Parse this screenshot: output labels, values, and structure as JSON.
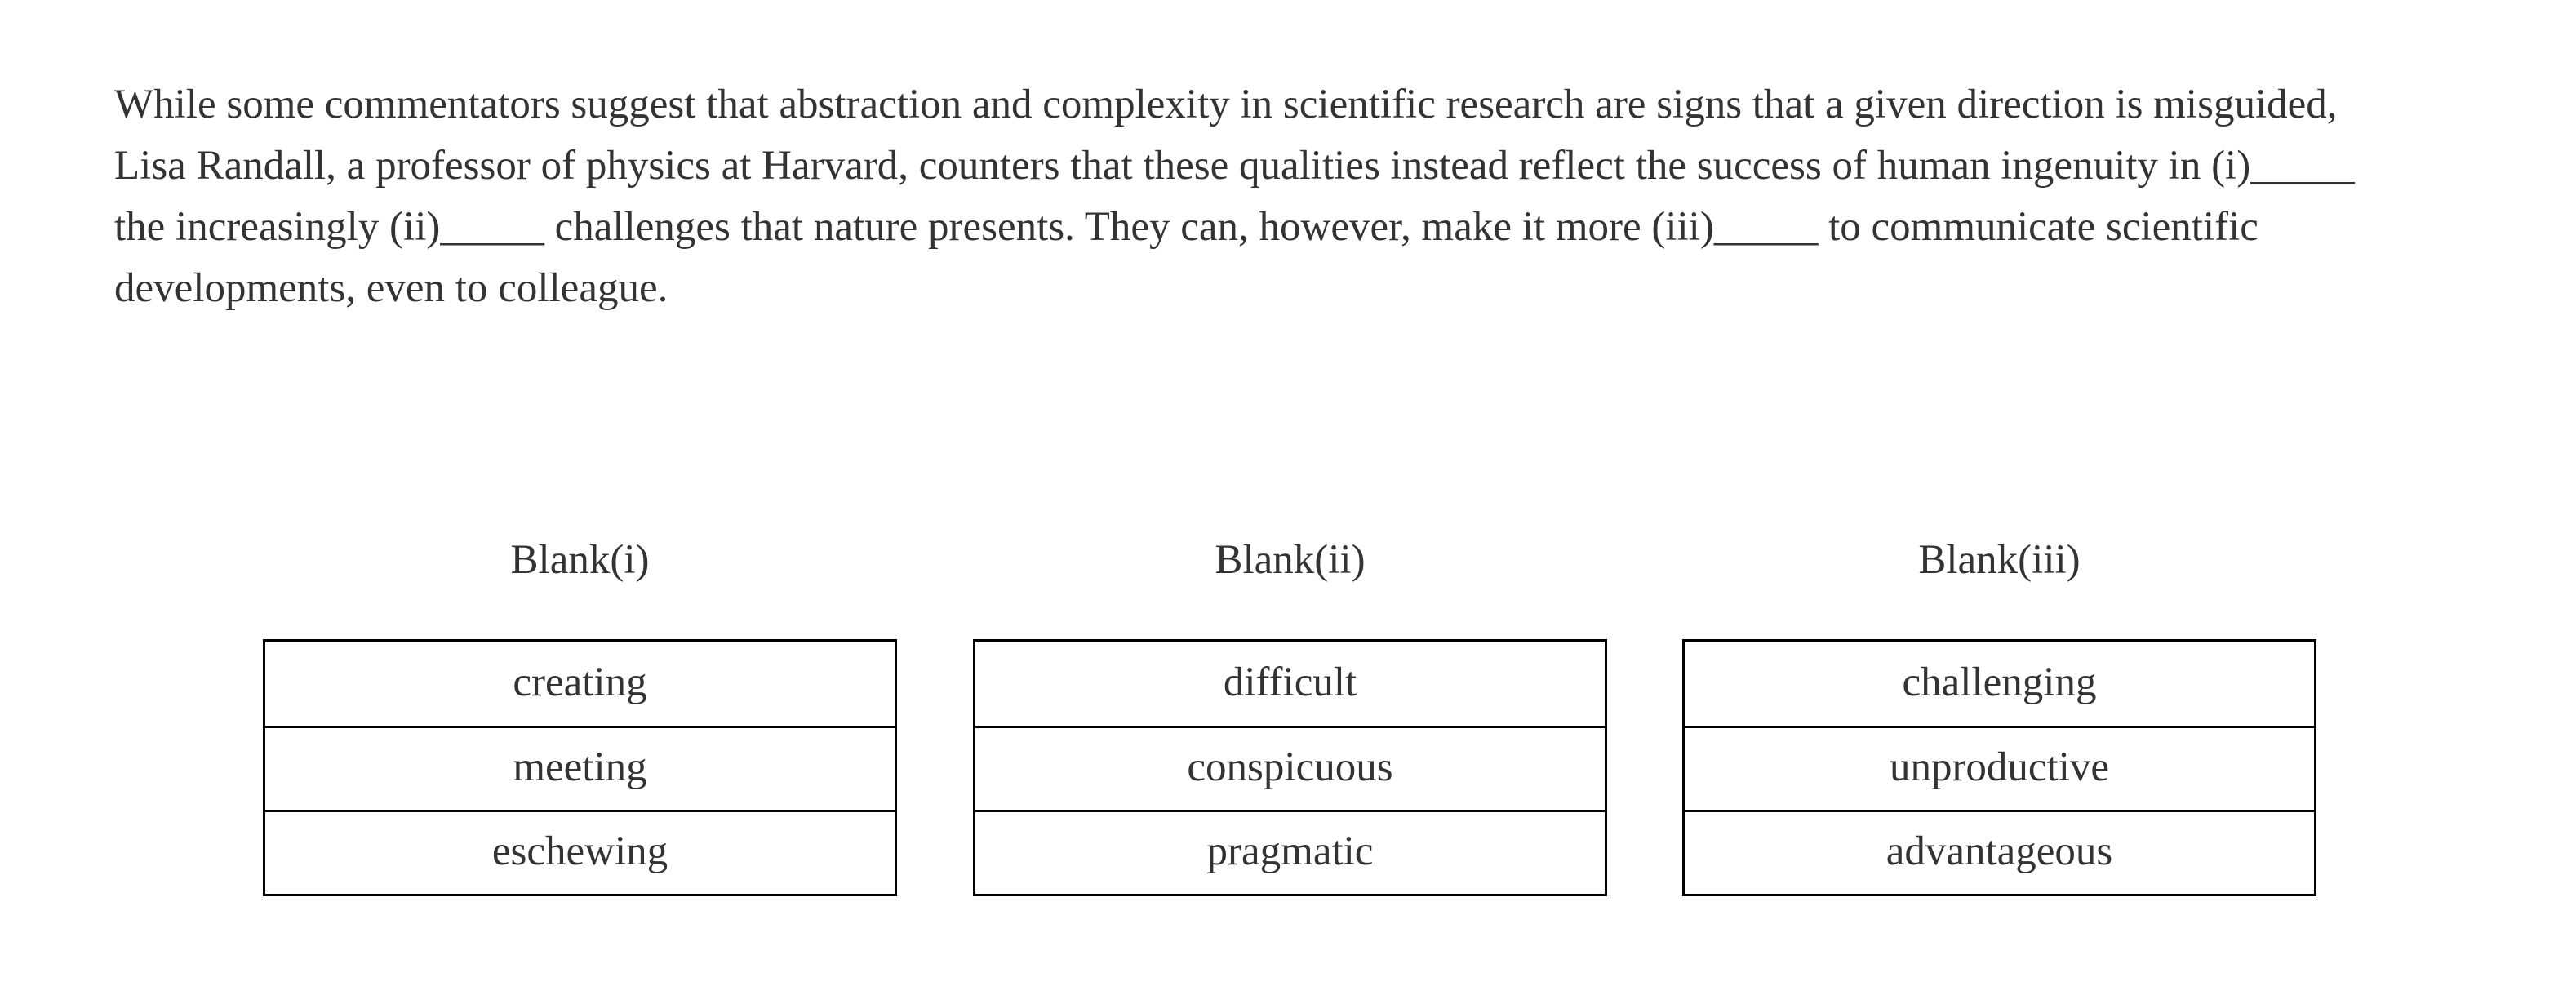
{
  "passage": {
    "lines": [
      "While some commentators suggest that abstraction and complexity in scientific research are signs that a given direction is misguided,",
      "Lisa Randall, a professor of physics at Harvard, counters that these qualities instead reflect the success of human ingenuity in (i)_____",
      "the increasingly (ii)_____ challenges that nature presents. They can, however, make it more (iii)_____ to communicate scientific",
      "developments, even to colleague."
    ]
  },
  "blanks": [
    {
      "heading": "Blank(i)",
      "options": [
        "creating",
        "meeting",
        "eschewing"
      ]
    },
    {
      "heading": "Blank(ii)",
      "options": [
        "difficult",
        "conspicuous",
        "pragmatic"
      ]
    },
    {
      "heading": "Blank(iii)",
      "options": [
        "challenging",
        "unproductive",
        "advantageous"
      ]
    }
  ],
  "colors": {
    "text": "#333333",
    "border": "#000000",
    "background": "#ffffff"
  }
}
